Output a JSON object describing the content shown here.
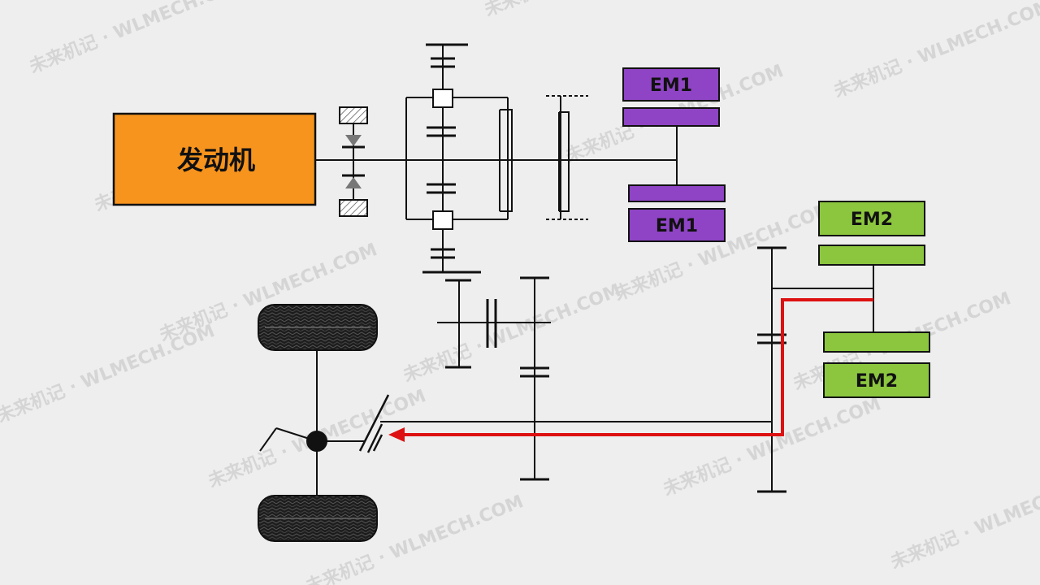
{
  "labels": {
    "engine": "发动机",
    "em1_top": "EM1",
    "em1_bottom": "EM1",
    "em2_top": "EM2",
    "em2_bottom": "EM2"
  },
  "watermark": "未来机记 · WLMECH.COM",
  "colors": {
    "engine": "#f7941d",
    "em1": "#8e44c4",
    "em2": "#8cc63f",
    "power_flow": "#dd1111",
    "line": "#111111",
    "background": "#eeeeee"
  },
  "icons": [
    "damper-icon",
    "wheel-icon",
    "differential-icon",
    "power-flow-arrow-icon"
  ]
}
